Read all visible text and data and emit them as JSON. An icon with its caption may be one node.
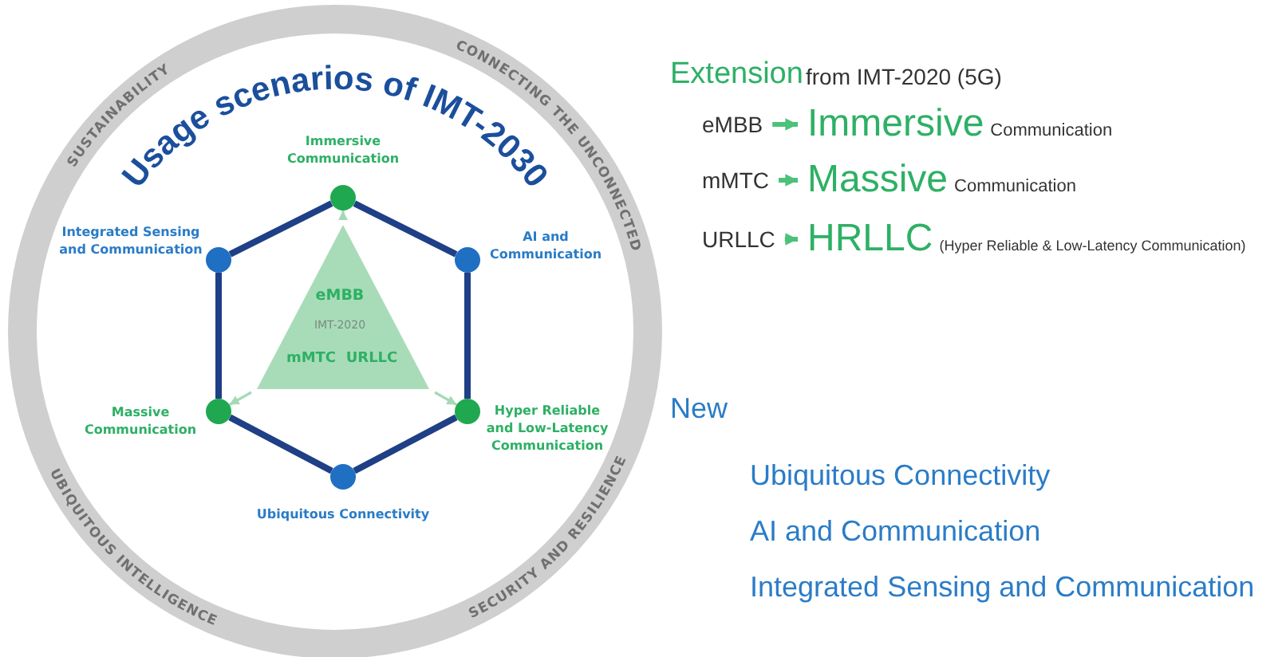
{
  "diagram": {
    "title": "Usage scenarios of IMT-2030",
    "nodes": [
      {
        "text": [
          "SUSTAINABILITY",
          "CONNECTING THE UNCONNECTED",
          "UBIQUITOUS INTELLIGENCE",
          "SECURITY AND RESILIENCE"
        ]
      },
      {
        "text": [
          "eMBB",
          "IMT-2020",
          "mMTC",
          "URLLC"
        ],
        "in": 0
      },
      {
        "text": [],
        "shape": "circle",
        "in": 0,
        "beside": [
          "Immersive Communication"
        ]
      },
      {
        "text": [],
        "shape": "circle",
        "in": 0,
        "beside": [
          "Integrated Sensing and Communication"
        ]
      },
      {
        "text": [],
        "shape": "circle",
        "in": 0,
        "beside": [
          "AI and Communication"
        ]
      },
      {
        "text": [],
        "shape": "circle",
        "in": 0,
        "beside": [
          "Massive Communication"
        ]
      },
      {
        "text": [],
        "shape": "circle",
        "in": 0,
        "beside": [
          "Hyper Reliable and Low-Latency Communication"
        ]
      },
      {
        "text": [],
        "shape": "circle",
        "in": 0,
        "beside": [
          "Ubiquitous Connectivity"
        ]
      },
      {
        "text": [
          "eMBB"
        ]
      },
      {
        "text": [
          "Immersive",
          "Communication"
        ]
      },
      {
        "text": [
          "mMTC"
        ]
      },
      {
        "text": [
          "Massive",
          "Communication"
        ]
      },
      {
        "text": [
          "URLLC"
        ]
      },
      {
        "text": [
          "HRLLC",
          "(Hyper Reliable & Low-Latency Communication)"
        ]
      }
    ],
    "edges": [
      {
        "from": 2,
        "to": 3,
        "arrow": "none"
      },
      {
        "from": 2,
        "to": 4,
        "arrow": "none"
      },
      {
        "from": 3,
        "to": 5,
        "arrow": "none"
      },
      {
        "from": 4,
        "to": 6,
        "arrow": "none"
      },
      {
        "from": 5,
        "to": 7,
        "arrow": "none"
      },
      {
        "from": 6,
        "to": 7,
        "arrow": "none"
      },
      {
        "from": 1,
        "to": 2,
        "arrow": "to",
        "color": "#a5d9b5"
      },
      {
        "from": 1,
        "to": 5,
        "arrow": "to",
        "color": "#a5d9b5"
      },
      {
        "from": 1,
        "to": 6,
        "arrow": "to",
        "color": "#a5d9b5"
      },
      {
        "from": 8,
        "to": 9,
        "arrow": "to",
        "color": "#4cc17a"
      },
      {
        "from": 10,
        "to": 11,
        "arrow": "to",
        "color": "#4cc17a"
      },
      {
        "from": 12,
        "to": 13,
        "arrow": "to",
        "color": "#4cc17a"
      }
    ],
    "labels": [
      "Extension",
      "from IMT-2020 (5G)",
      "New",
      "Ubiquitous Connectivity",
      "AI and Communication",
      "Integrated Sensing and Communication"
    ]
  }
}
